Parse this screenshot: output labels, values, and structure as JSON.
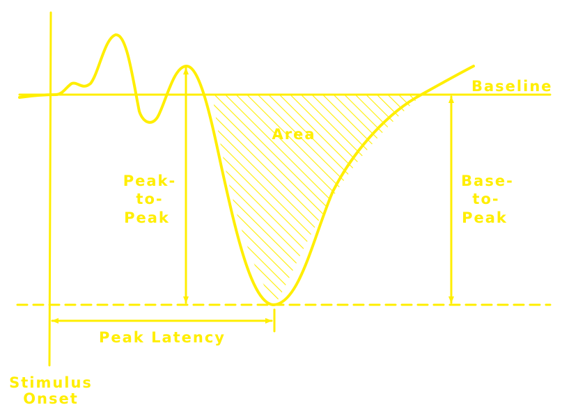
{
  "diagram": {
    "labels": {
      "baseline": "Baseline",
      "area": "Area",
      "peak_to_peak": [
        "Peak-",
        "to-",
        "Peak"
      ],
      "base_to_peak": [
        "Base-",
        "to-",
        "Peak"
      ],
      "peak_latency": "Peak Latency",
      "stimulus_onset": [
        "Stimulus",
        "Onset"
      ]
    },
    "colors": {
      "line": "#ffee00",
      "background": "#ffffff"
    }
  }
}
